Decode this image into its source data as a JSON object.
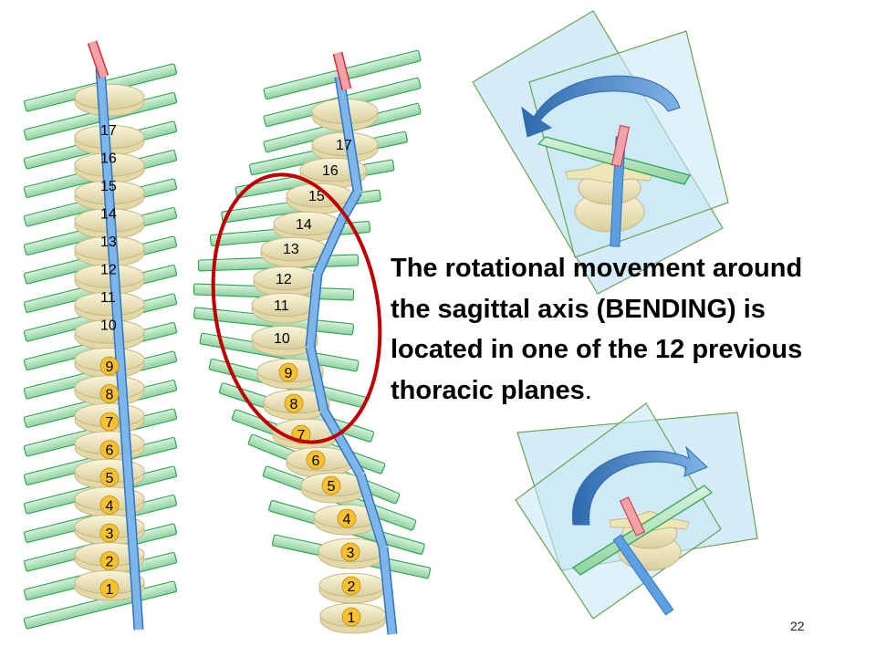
{
  "caption": {
    "lines": [
      "The rotational movement around",
      "the sagittal axis (BENDING) is",
      "located in one of the 12 previous",
      "thoracic planes"
    ],
    "period": "."
  },
  "page_number": "22",
  "left_column": {
    "highlighted_labels": [
      "9",
      "8",
      "7",
      "6",
      "5",
      "4",
      "3",
      "2",
      "1"
    ],
    "plain_labels": [
      "17",
      "16",
      "15",
      "14",
      "13",
      "12",
      "11",
      "10"
    ]
  },
  "right_column": {
    "highlighted_labels": [
      "9",
      "8",
      "7",
      "6",
      "5",
      "4",
      "3",
      "2",
      "1"
    ],
    "plain_labels": [
      "17",
      "16",
      "15",
      "14",
      "13",
      "12",
      "11",
      "10"
    ]
  },
  "colors": {
    "vertebra_fill": "#f3ecc1",
    "vertebra_stroke": "#c4b888",
    "plane_bar": "#2ca14e",
    "plane_bar_fill": "#bfe9c8",
    "axis_blue": "#2e75c6",
    "axis_red": "#d62d3a",
    "label_highlight": "#f7c232",
    "ellipse_red": "#c00000",
    "plane_fill": "#bfe4f5",
    "plane_stroke": "#6da24f",
    "arrow_blue": "#4a86c8"
  }
}
